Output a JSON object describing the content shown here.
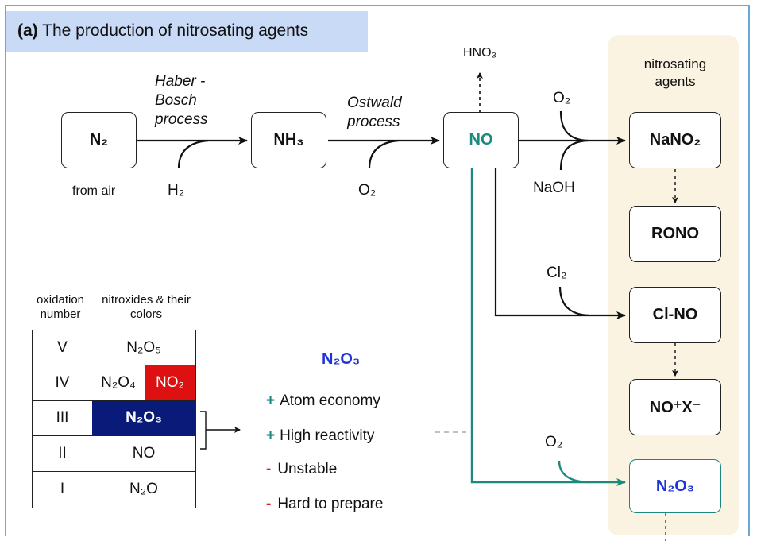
{
  "title": {
    "label": "(a)",
    "text": "The production of nitrosating agents"
  },
  "panel_title": "nitrosating agents",
  "boxes": {
    "n2": "N₂",
    "nh3": "NH₃",
    "no": "NO",
    "nano2": "NaNO₂",
    "rono": "RONO",
    "clno": "Cl-NO",
    "nox": "NO⁺X⁻",
    "n2o3": "N₂O₃"
  },
  "labels": {
    "from_air": "from air",
    "haber": "Haber -Bosch process",
    "ostwald": "Ostwald process",
    "h2": "H₂",
    "o2_ostwald": "O₂",
    "hno3": "HNO₃",
    "o2_nano2": "O₂",
    "naoh": "NaOH",
    "cl2": "Cl₂",
    "o2_n2o3": "O₂"
  },
  "table": {
    "header_number": "oxidation number",
    "header_species": "nitroxides & their colors",
    "rows": [
      {
        "number": "V",
        "species": "N₂O₅"
      },
      {
        "number": "IV",
        "species": "N₂O₄",
        "colored": "NO₂"
      },
      {
        "number": "III",
        "species": "N₂O₃"
      },
      {
        "number": "II",
        "species": "NO"
      },
      {
        "number": "I",
        "species": "N₂O"
      }
    ]
  },
  "properties": {
    "title": "N₂O₃",
    "items": [
      {
        "sign": "+",
        "text": "Atom economy"
      },
      {
        "sign": "+",
        "text": "High reactivity"
      },
      {
        "sign": "-",
        "text": "Unstable"
      },
      {
        "sign": "-",
        "text": "Hard to prepare"
      }
    ]
  },
  "colors": {
    "teal": "#1a8a80",
    "blue": "#1e33d8",
    "red": "#dd1111",
    "navy": "#0a1a78",
    "panel": "#fbf3e1",
    "title_bg": "#c9daf7",
    "frame": "#6aa9d6"
  }
}
